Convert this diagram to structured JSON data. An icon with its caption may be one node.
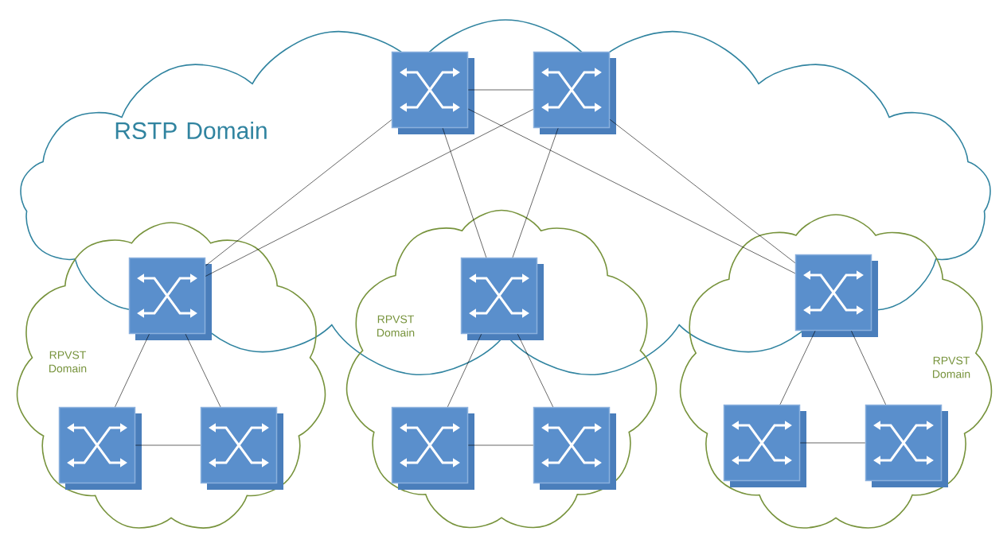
{
  "diagram": {
    "nodes": [
      {
        "text": [
          "RSTP Domain"
        ]
      },
      {
        "text": [
          "RPVST Domain"
        ]
      },
      {
        "text": [
          "RPVST Domain"
        ]
      },
      {
        "text": [
          "RPVST Domain"
        ]
      },
      {
        "text": [],
        "shape": "picture",
        "in": 0
      },
      {
        "text": [],
        "shape": "picture",
        "in": 0
      },
      {
        "text": [],
        "shape": "picture"
      },
      {
        "text": [],
        "shape": "picture"
      },
      {
        "text": [],
        "shape": "picture"
      },
      {
        "text": [],
        "shape": "picture",
        "in": 1
      },
      {
        "text": [],
        "shape": "picture",
        "in": 1
      },
      {
        "text": [],
        "shape": "picture",
        "in": 2
      },
      {
        "text": [],
        "shape": "picture",
        "in": 2
      },
      {
        "text": [],
        "shape": "picture",
        "in": 3
      },
      {
        "text": [],
        "shape": "picture",
        "in": 3
      }
    ],
    "edges": [
      {
        "from": 4,
        "to": 5,
        "arrow": "none"
      },
      {
        "from": 4,
        "to": 6,
        "arrow": "none"
      },
      {
        "from": 5,
        "to": 6,
        "arrow": "none"
      },
      {
        "from": 4,
        "to": 7,
        "arrow": "none"
      },
      {
        "from": 5,
        "to": 7,
        "arrow": "none"
      },
      {
        "from": 4,
        "to": 8,
        "arrow": "none"
      },
      {
        "from": 5,
        "to": 8,
        "arrow": "none"
      },
      {
        "from": 6,
        "to": 9,
        "arrow": "none"
      },
      {
        "from": 6,
        "to": 10,
        "arrow": "none"
      },
      {
        "from": 9,
        "to": 10,
        "arrow": "none"
      },
      {
        "from": 7,
        "to": 11,
        "arrow": "none"
      },
      {
        "from": 7,
        "to": 12,
        "arrow": "none"
      },
      {
        "from": 11,
        "to": 12,
        "arrow": "none"
      },
      {
        "from": 8,
        "to": 13,
        "arrow": "none"
      },
      {
        "from": 8,
        "to": 14,
        "arrow": "none"
      },
      {
        "from": 13,
        "to": 14,
        "arrow": "none"
      }
    ]
  }
}
